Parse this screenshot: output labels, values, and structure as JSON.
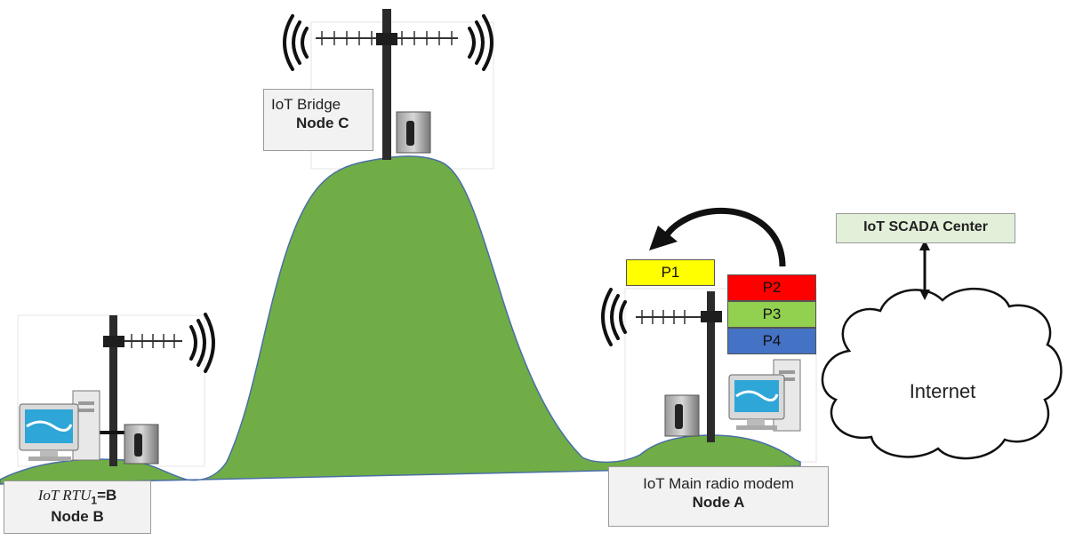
{
  "nodes": {
    "c": {
      "line1": "IoT Bridge",
      "line2": "Node C"
    },
    "b": {
      "line1_var": "IoT RTU",
      "line1_sub": "1",
      "line1_suffix": "=B",
      "line2": "Node B"
    },
    "a": {
      "line1": "IoT Main radio modem",
      "line2": "Node A"
    }
  },
  "packets": [
    {
      "label": "P1",
      "color": "#ffff00"
    },
    {
      "label": "P2",
      "color": "#ff0000"
    },
    {
      "label": "P3",
      "color": "#92d050"
    },
    {
      "label": "P4",
      "color": "#4472c4"
    }
  ],
  "scada": {
    "label": "IoT SCADA Center"
  },
  "cloud": {
    "label": "Internet"
  },
  "colors": {
    "hill": "#70ad47",
    "hill_edge": "#4a6fa5"
  }
}
